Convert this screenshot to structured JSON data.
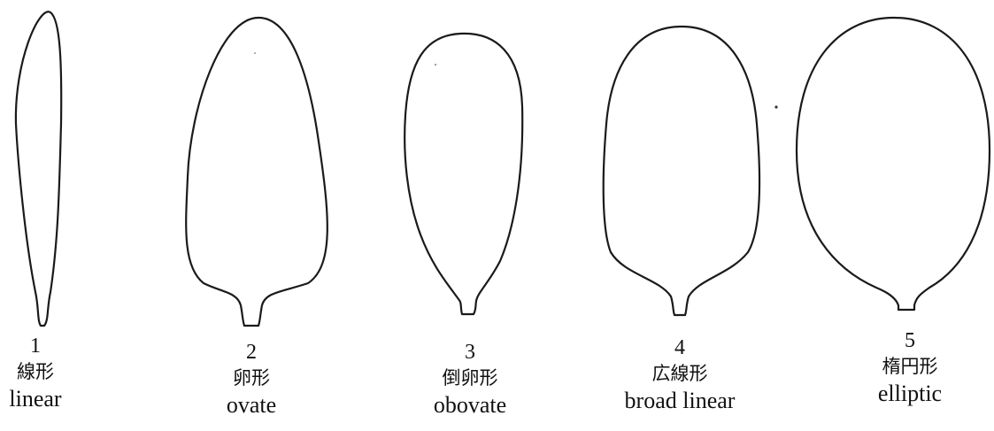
{
  "shapes": [
    {
      "number": "1",
      "name_jp": "線形",
      "name_en": "linear"
    },
    {
      "number": "2",
      "name_jp": "卵形",
      "name_en": "ovate"
    },
    {
      "number": "3",
      "name_jp": "倒卵形",
      "name_en": "obovate"
    },
    {
      "number": "4",
      "name_jp": "広線形",
      "name_en": "broad linear"
    },
    {
      "number": "5",
      "name_jp": "楕円形",
      "name_en": "elliptic"
    }
  ],
  "colors": {
    "outline": "#1a1a1a",
    "background": "#ffffff"
  }
}
